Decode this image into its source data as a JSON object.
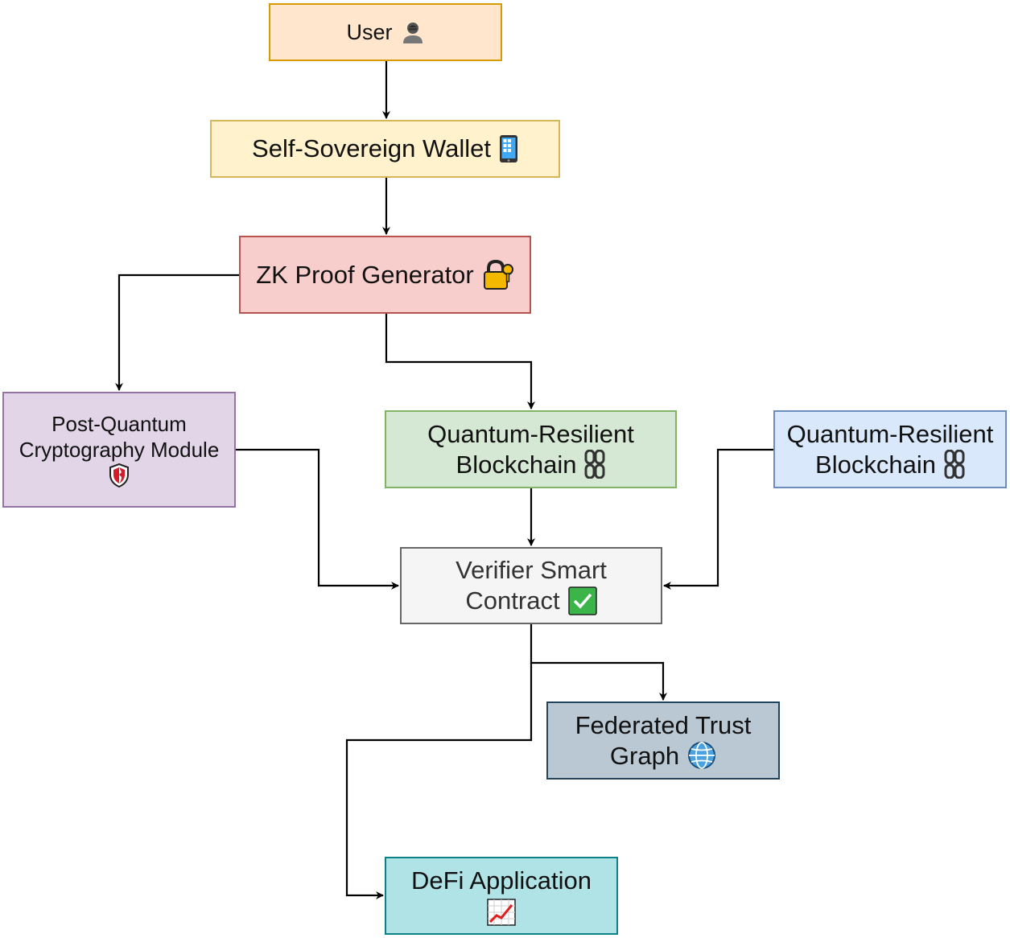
{
  "nodes": {
    "user": {
      "label": "User",
      "icon": "person-icon"
    },
    "wallet": {
      "label": "Self-Sovereign Wallet",
      "icon": "mobile-phone-icon"
    },
    "zk": {
      "label": "ZK Proof Generator",
      "icon": "lock-key-icon"
    },
    "pqc": {
      "line1": "Post-Quantum",
      "line2": "Cryptography Module",
      "icon": "shield-icon"
    },
    "qrb1": {
      "line1": "Quantum-Resilient",
      "line2": "Blockchain",
      "icon": "chain-link-icon"
    },
    "qrb2": {
      "line1": "Quantum-Resilient",
      "line2": "Blockchain",
      "icon": "chain-link-icon"
    },
    "verify": {
      "line1": "Verifier Smart",
      "line2": "Contract",
      "icon": "check-mark-icon"
    },
    "fed": {
      "line1": "Federated Trust",
      "line2": "Graph",
      "icon": "globe-icon"
    },
    "defi": {
      "line1": "DeFi Application",
      "icon": "chart-increasing-icon"
    }
  },
  "edges": [
    {
      "from": "User",
      "to": "Self-Sovereign Wallet"
    },
    {
      "from": "Self-Sovereign Wallet",
      "to": "ZK Proof Generator"
    },
    {
      "from": "ZK Proof Generator",
      "to": "Post-Quantum Cryptography Module"
    },
    {
      "from": "ZK Proof Generator",
      "to": "Quantum-Resilient Blockchain"
    },
    {
      "from": "Post-Quantum Cryptography Module",
      "to": "Verifier Smart Contract"
    },
    {
      "from": "Quantum-Resilient Blockchain",
      "to": "Verifier Smart Contract"
    },
    {
      "from": "Quantum-Resilient Blockchain",
      "to": "Verifier Smart Contract"
    },
    {
      "from": "Verifier Smart Contract",
      "to": "Federated Trust Graph"
    },
    {
      "from": "Verifier Smart Contract",
      "to": "DeFi Application"
    }
  ],
  "colors": {
    "user": "#ffe6cc",
    "wallet": "#fff2cc",
    "zk": "#f8cecc",
    "pqc": "#e1d5e7",
    "qrb1": "#d5e8d4",
    "qrb2": "#dae8fc",
    "verify": "#f5f5f5",
    "fed": "#bac8d3",
    "defi": "#b0e3e6"
  }
}
